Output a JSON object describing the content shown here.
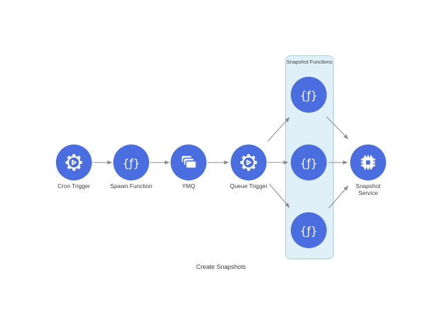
{
  "diagram": {
    "caption": "Create Snapshots",
    "group": {
      "label": "Snapshot Functions"
    },
    "nodes": [
      {
        "id": "cron-trigger",
        "label": "Cron Trigger",
        "icon": "gear-play"
      },
      {
        "id": "spawn-function",
        "label": "Spawn Function",
        "icon": "function-braces"
      },
      {
        "id": "ymq",
        "label": "YMQ",
        "icon": "message-queue"
      },
      {
        "id": "queue-trigger",
        "label": "Queue Trigger",
        "icon": "gear-play"
      },
      {
        "id": "snapshot-function-1",
        "label": "",
        "icon": "function-braces"
      },
      {
        "id": "snapshot-function-2",
        "label": "",
        "icon": "function-braces"
      },
      {
        "id": "snapshot-function-3",
        "label": "",
        "icon": "function-braces"
      },
      {
        "id": "snapshot-service",
        "label": "Snapshot Service",
        "icon": "cpu-chip"
      }
    ],
    "edges": [
      {
        "from": "cron-trigger",
        "to": "spawn-function"
      },
      {
        "from": "spawn-function",
        "to": "ymq"
      },
      {
        "from": "ymq",
        "to": "queue-trigger"
      },
      {
        "from": "queue-trigger",
        "to": "snapshot-function-1"
      },
      {
        "from": "queue-trigger",
        "to": "snapshot-function-2"
      },
      {
        "from": "queue-trigger",
        "to": "snapshot-function-3"
      },
      {
        "from": "snapshot-function-1",
        "to": "snapshot-service"
      },
      {
        "from": "snapshot-function-2",
        "to": "snapshot-service"
      },
      {
        "from": "snapshot-function-3",
        "to": "snapshot-service"
      }
    ],
    "icons": {
      "function_glyph": "{ƒ}"
    },
    "colors": {
      "node_fill": "#4a6de0",
      "icon_stroke": "#ffffff",
      "group_fill": "#dff0f9",
      "group_border": "#abccdb",
      "arrow": "#8c8c8c",
      "text": "#3d3d3d",
      "background": "#ffffff"
    }
  }
}
